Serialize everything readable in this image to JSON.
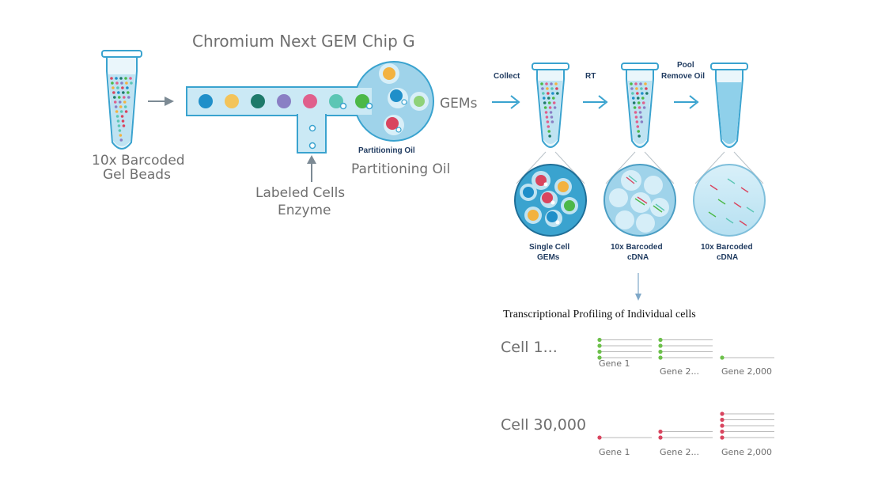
{
  "title": "Chromium Next GEM Chip G",
  "gel_beads_label": [
    "10x Barcoded",
    "Gel Beads"
  ],
  "labeled_cells_label": [
    "Labeled Cells",
    "Enzyme"
  ],
  "partitioning_oil_small": "Partitioning Oil",
  "partitioning_oil_large": "Partitioning Oil",
  "gems_label": "GEMs",
  "steps": [
    "Collect",
    "RT",
    "Pool",
    "Remove Oil"
  ],
  "zoom_labels": [
    [
      "Single Cell",
      "GEMs"
    ],
    [
      "10x Barcoded",
      "cDNA"
    ],
    [
      "10x Barcoded",
      "cDNA"
    ]
  ],
  "profiling_title": "Transcriptional Profiling of Individual cells",
  "cells": [
    {
      "label": "Cell 1...",
      "color": "#6cc04a",
      "genes": [
        "Gene 1",
        "Gene 2...",
        "Gene 2,000"
      ],
      "counts": [
        4,
        4,
        1
      ]
    },
    {
      "label": "Cell 30,000",
      "color": "#d9455f",
      "genes": [
        "Gene 1",
        "Gene 2...",
        "Gene 2,000"
      ],
      "counts": [
        1,
        2,
        5
      ]
    }
  ],
  "colors": {
    "tube_fill": "#bfe3f2",
    "tube_stroke": "#3aa3cf",
    "arrow": "#3aa3cf",
    "channel": "#cbe9f5",
    "circle_fill": "#9fd3ea"
  }
}
